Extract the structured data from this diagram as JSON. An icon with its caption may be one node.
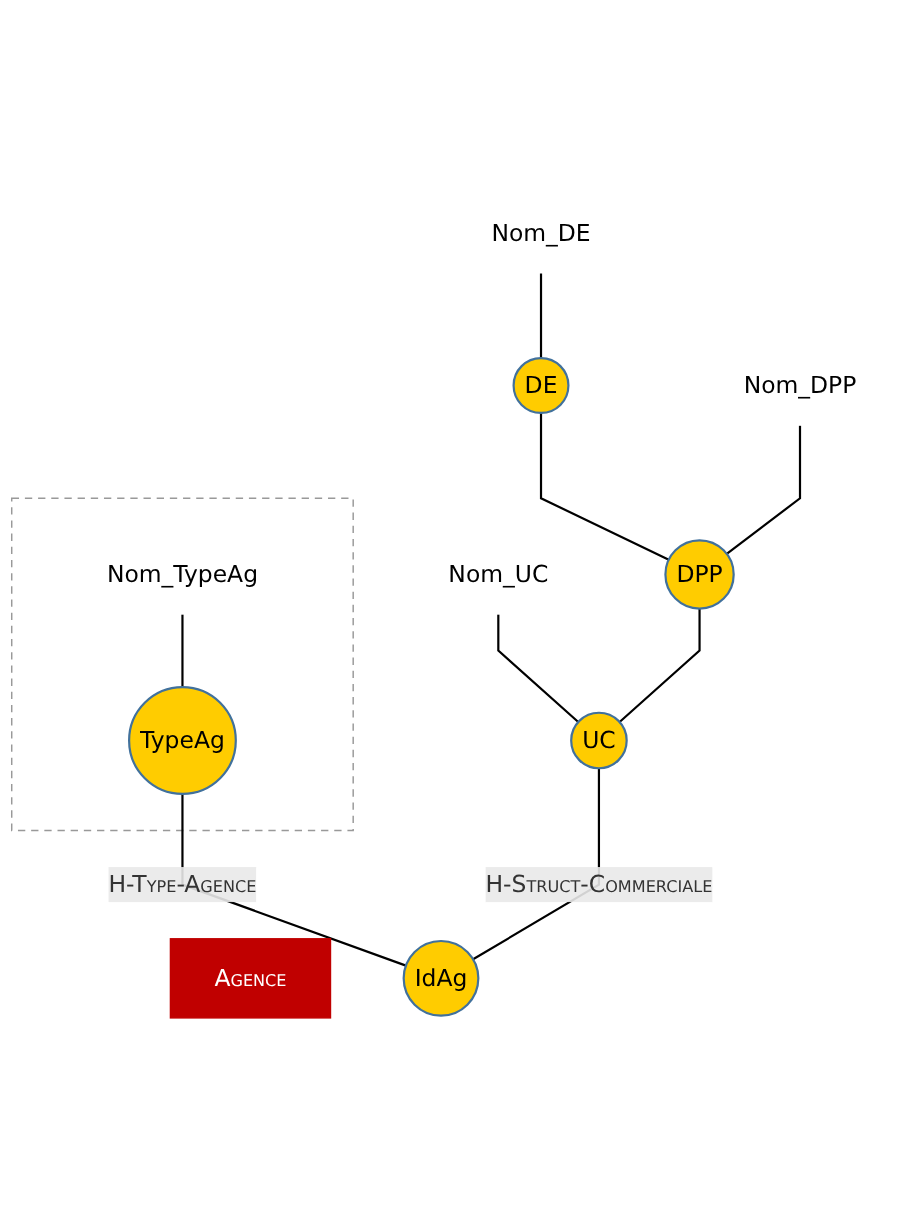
{
  "diagram": {
    "nodes": [
      {
        "text": [
          "Nom_DE"
        ]
      },
      {
        "text": [
          "DE"
        ]
      },
      {
        "text": [
          "Nom_DPP"
        ]
      },
      {
        "text": [
          "DPP"
        ]
      },
      {
        "text": [
          "Nom_UC"
        ]
      },
      {
        "text": [
          "UC"
        ]
      },
      {
        "text": [
          "Agence"
        ]
      },
      {
        "text": [
          "IdAg"
        ]
      },
      {
        "text": [],
        "shape": "box"
      },
      {
        "text": [
          "Nom_TypeAg"
        ],
        "in": 8
      },
      {
        "text": [
          "TypeAg"
        ],
        "in": 8
      }
    ],
    "edges": [
      {
        "from": 7,
        "to": 5,
        "arrow": "none",
        "label": "H-Struct-Commerciale"
      },
      {
        "from": 5,
        "to": 3,
        "arrow": "none"
      },
      {
        "from": 3,
        "to": 1,
        "arrow": "none"
      },
      {
        "from": 5,
        "to": 4,
        "arrow": "none"
      },
      {
        "from": 3,
        "to": 2,
        "arrow": "none"
      },
      {
        "from": 1,
        "to": 0,
        "arrow": "none"
      },
      {
        "from": 7,
        "to": 10,
        "arrow": "none",
        "label": "H-Type-Agence"
      },
      {
        "from": 10,
        "to": 9,
        "arrow": "none"
      }
    ]
  }
}
